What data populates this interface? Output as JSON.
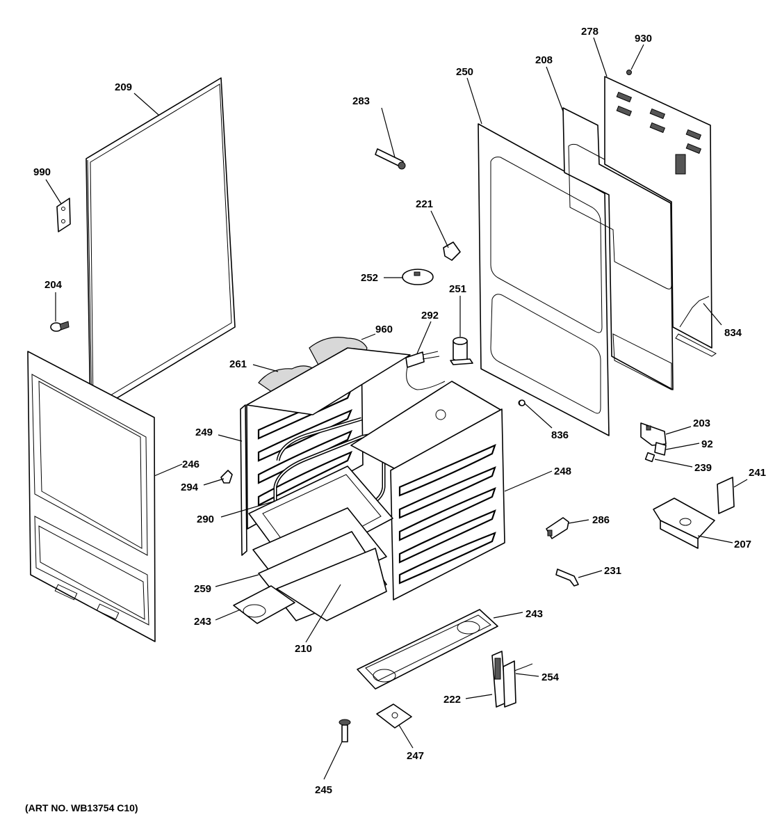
{
  "art_number": "(ART NO. WB13754 C10)",
  "callouts": {
    "c209": "209",
    "c990": "990",
    "c204": "204",
    "c283": "283",
    "c221": "221",
    "c252": "252",
    "c251": "251",
    "c250": "250",
    "c208": "208",
    "c278": "278",
    "c930": "930",
    "c834": "834",
    "c960": "960",
    "c292": "292",
    "c261": "261",
    "c249": "249",
    "c246": "246",
    "c294": "294",
    "c290": "290",
    "c248": "248",
    "c836": "836",
    "c203": "203",
    "c92": "92",
    "c239": "239",
    "c241": "241",
    "c207": "207",
    "c286": "286",
    "c231": "231",
    "c259": "259",
    "c243a": "243",
    "c243b": "243",
    "c210": "210",
    "c254": "254",
    "c222": "222",
    "c247": "247",
    "c245": "245"
  }
}
